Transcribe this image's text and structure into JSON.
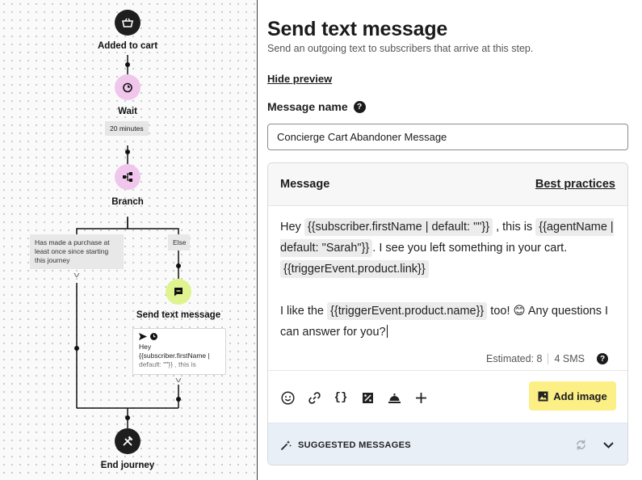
{
  "journey": {
    "nodes": {
      "trigger_label": "Added to cart",
      "wait_label": "Wait",
      "wait_duration": "20 minutes",
      "branch_label": "Branch",
      "send_label": "Send text message",
      "end_label": "End journey"
    },
    "branches": {
      "left_condition": "Has made a purchase at least once since starting this journey",
      "right_condition": "Else"
    },
    "preview_text": "Hey {{subscriber.firstName | default: \"\"}} , this is"
  },
  "panel": {
    "title": "Send text message",
    "subtitle": "Send an outgoing text to subscribers that arrive at this step.",
    "hide_preview": "Hide preview",
    "message_name_label": "Message name",
    "help_glyph": "?",
    "message_name_value": "Concierge Cart Abandoner Message",
    "message_label": "Message",
    "best_practices": "Best practices",
    "message": {
      "p1_t1": "Hey ",
      "tok1": "{{subscriber.firstName | default: \"\"}}",
      "p1_t2": " , this is ",
      "tok2": "{{agentName | default: \"Sarah\"}}",
      "p1_t3": ". I see you left something in your cart. ",
      "tok3": "{{triggerEvent.product.link}}",
      "p2_t1": "I like the ",
      "tok4": "{{triggerEvent.product.name}}",
      "p2_t2": " too! ",
      "emoji": "😊",
      "p2_t3": " Any questions I can answer for you?"
    },
    "estimated": "Estimated: 8",
    "sms_count": "4 SMS",
    "toolbar_icons": [
      "emoji-icon",
      "link-icon",
      "braces-icon",
      "discount-icon",
      "concierge-bell-icon",
      "plus-icon"
    ],
    "braces_glyph": "{}",
    "add_image": "Add image",
    "suggested_messages": "SUGGESTED MESSAGES",
    "accent_color": "#fbef86",
    "suggest_bg": "#e9eff7"
  }
}
